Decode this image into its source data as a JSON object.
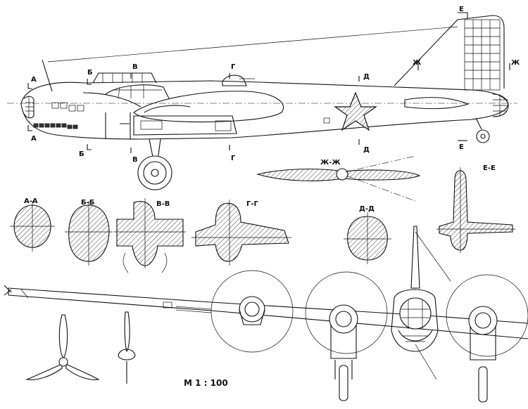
{
  "labels": {
    "aa": "А",
    "bb": "Б",
    "vv": "В",
    "gg": "Г",
    "dd": "Д",
    "ee": "Е",
    "zhzh": "Ж"
  },
  "sections": {
    "a_a": "А-А",
    "b_b": "Б-Б",
    "v_v": "В-В",
    "g_g": "Г-Г",
    "d_d": "Д-Д",
    "e_e": "Е-Е",
    "zh_zh": "Ж-Ж"
  },
  "scale": "М 1 : 100",
  "colors": {
    "ink": "#111111",
    "paper": "#ffffff"
  }
}
